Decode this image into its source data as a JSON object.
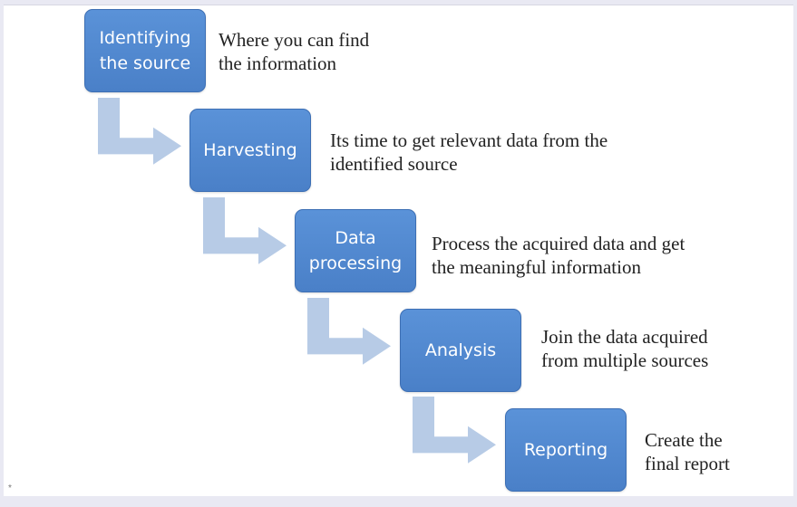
{
  "steps": [
    {
      "label": "Identifying\nthe source",
      "description": "Where you can find\nthe information"
    },
    {
      "label": "Harvesting",
      "description": "Its time to get relevant data from the\nidentified  source"
    },
    {
      "label": "Data\nprocessing",
      "description": "Process the acquired data and get\nthe meaningful information"
    },
    {
      "label": "Analysis",
      "description": "Join the data acquired\nfrom multiple sources"
    },
    {
      "label": "Reporting",
      "description": "Create the\nfinal report"
    }
  ],
  "colors": {
    "box": "#4a86d0",
    "arrow": "#b7cbe6",
    "text": "#222222"
  },
  "icons": {
    "connector": "bent-arrow-icon"
  },
  "footer_mark": "*"
}
